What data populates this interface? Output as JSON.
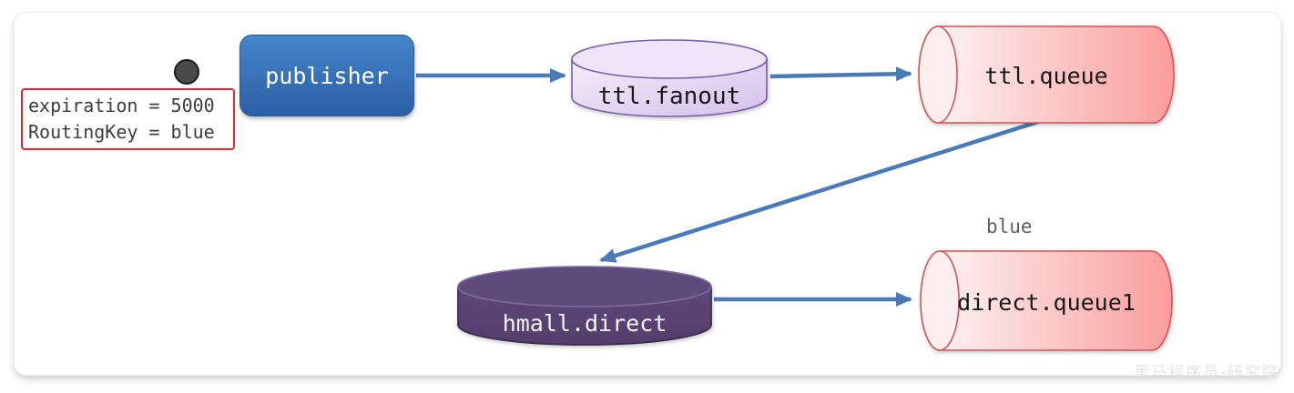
{
  "annotation": {
    "lines": [
      "expiration = 5000",
      "RoutingKey = blue"
    ]
  },
  "nodes": {
    "publisher": {
      "label": "publisher"
    },
    "ttl_fanout": {
      "label": "ttl.fanout"
    },
    "ttl_queue": {
      "label": "ttl.queue"
    },
    "hmall_direct": {
      "label": "hmall.direct"
    },
    "direct_queue1": {
      "label": "direct.queue1",
      "routing_key": "blue"
    }
  },
  "edges": [
    {
      "from": "publisher",
      "to": "ttl.fanout"
    },
    {
      "from": "ttl.fanout",
      "to": "ttl.queue"
    },
    {
      "from": "ttl.queue",
      "to": "hmall.direct"
    },
    {
      "from": "hmall.direct",
      "to": "direct.queue1"
    }
  ],
  "watermark": "黑马程序员-研究院",
  "colors": {
    "arrow": "#4a7ab8",
    "publisher_fill": "#3a74ba",
    "fanout_fill": "#dccdef",
    "fanout_border": "#7a5caa",
    "direct_fill": "#57426f",
    "direct_border": "#3e2d56",
    "queue_fill": "#fba4a4",
    "queue_border": "#d95252",
    "annotation_border": "#e22a2a"
  }
}
